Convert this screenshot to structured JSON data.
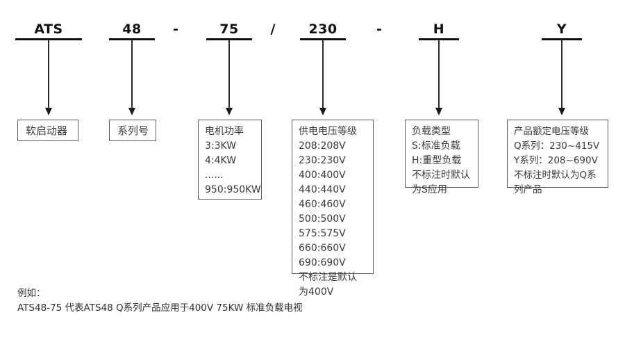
{
  "diagram": {
    "code_segments": [
      {
        "name": "prefix",
        "text": "ATS"
      },
      {
        "name": "series",
        "text": "48"
      },
      {
        "name": "motor-power",
        "text": "75"
      },
      {
        "name": "supply-voltage",
        "text": "230"
      },
      {
        "name": "load-type",
        "text": "H"
      },
      {
        "name": "rated-voltage",
        "text": "Y"
      }
    ],
    "separators": [
      {
        "name": "dash-1",
        "text": "-"
      },
      {
        "name": "slash-1",
        "text": "/"
      },
      {
        "name": "dash-2",
        "text": "-"
      }
    ],
    "boxes": [
      {
        "name": "soft-starter",
        "lines": [
          "软启动器"
        ]
      },
      {
        "name": "series-number",
        "lines": [
          "系列号"
        ]
      },
      {
        "name": "motor-power",
        "lines": [
          "电机功率",
          "3:3KW",
          "4:4KW",
          "......",
          "950:950KW"
        ]
      },
      {
        "name": "supply-voltage-level",
        "lines": [
          "供电电压等级",
          "208:208V",
          "230:230V",
          "400:400V",
          "440:440V",
          "460:460V",
          "500:500V",
          "575:575V",
          "660:660V",
          "690:690V",
          "不标注是默认",
          "为400V"
        ]
      },
      {
        "name": "load-type",
        "lines": [
          "负载类型",
          "S:标准负载",
          "H:重型负载",
          "不标注时默认",
          "为S应用"
        ]
      },
      {
        "name": "product-rated-voltage-level",
        "lines": [
          "产品额定电压等级",
          "Q系列：230~415V",
          "Y系列：208~690V",
          "不标注时默认为Q系",
          "列产品"
        ]
      }
    ],
    "footnote": {
      "label": "例如：",
      "example": "ATS48-75 代表ATS48 Q系列产品应用于400V 75KW 标准负载电视"
    }
  }
}
